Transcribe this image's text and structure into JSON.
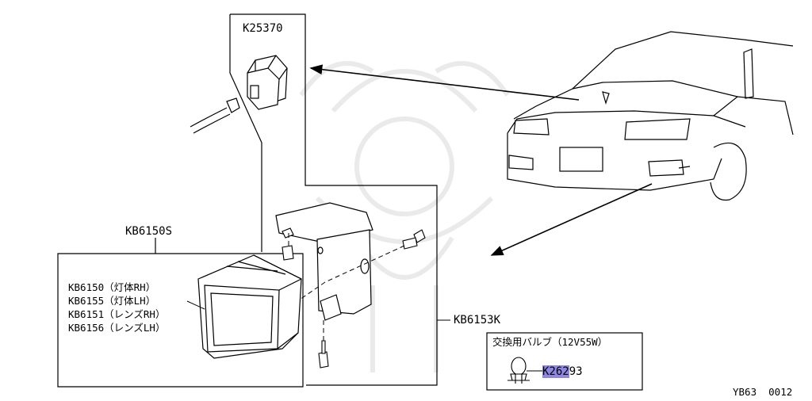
{
  "callouts": {
    "switch_part": "K25370",
    "lamp_assembly": "KB6150S",
    "bracket_kit": "KB6153K",
    "bulb_part_prefix": "K262",
    "bulb_part_highlighted": "K262",
    "bulb_part_suffix": "93",
    "figure_code": "YB63  0012"
  },
  "lamp_parts": [
    {
      "label": "KB6150（灯体RH）"
    },
    {
      "label": "KB6155（灯体LH）"
    },
    {
      "label": "KB6151（レンズRH）"
    },
    {
      "label": "KB6156（レンズLH）"
    }
  ],
  "bulb_box": {
    "title": "交換用バルブ（12V55W）",
    "part_number": "K26293"
  },
  "colors": {
    "line": "#000000",
    "highlight": "#8e86e0",
    "watermark": "#e6e6e6"
  }
}
